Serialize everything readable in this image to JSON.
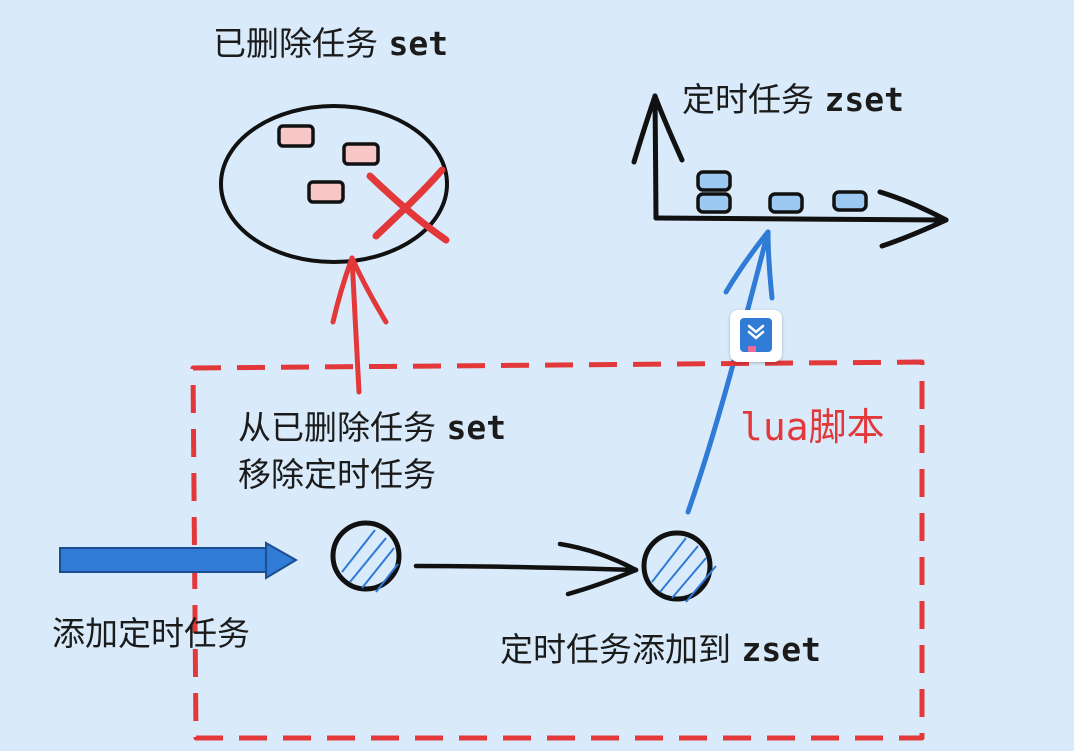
{
  "labels": {
    "deleted_set": {
      "cn": "已删除任务",
      "en": "set"
    },
    "zset_title": {
      "cn": "定时任务",
      "en": "zset"
    },
    "remove_line1": {
      "cn": "从已删除任务",
      "en": "set"
    },
    "remove_line2": "移除定时任务",
    "add_task": "添加定时任务",
    "add_to_zset": {
      "cn": "定时任务添加到",
      "en": "zset"
    },
    "lua_script": {
      "en": "lua",
      "cn": "脚本"
    }
  },
  "colors": {
    "background": "#d9ebfb",
    "red": "#e2383a",
    "blue": "#2f7bd6",
    "pink_box": "#f7c6c6",
    "blue_box": "#9cc9f2",
    "ink": "#111111"
  },
  "icons": [
    "app-book-icon",
    "cross-icon"
  ]
}
